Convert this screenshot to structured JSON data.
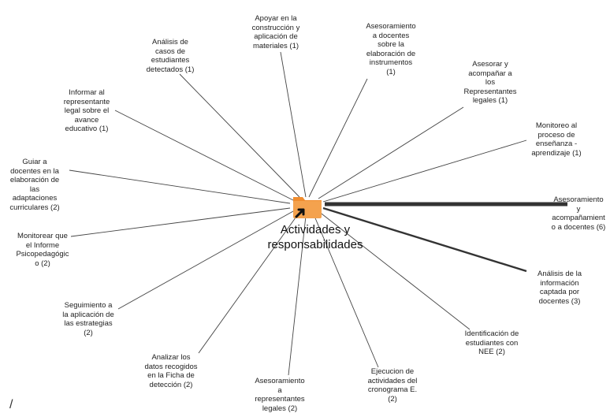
{
  "center": {
    "label": "Actividades y\nresponsabilidades",
    "icon": "folder-icon",
    "folder_color": "#F4A24E",
    "folder_tab_color": "#F08C2E"
  },
  "colors": {
    "edge": "#444444",
    "thick_edge": "#333333"
  },
  "nodes": [
    {
      "id": "apoyar-materiales",
      "label": "Apoyar en la\nconstrucción y\naplicación de\nmateriales (1)",
      "weight": 1
    },
    {
      "id": "asesoramiento-instrumentos",
      "label": "Asesoramiento\na docentes\nsobre la\nelaboración de\ninstrumentos\n(1)",
      "weight": 1
    },
    {
      "id": "asesorar-representantes",
      "label": "Asesorar y\nacompañar a\nlos\nRepresentantes\nlegales (1)",
      "weight": 1
    },
    {
      "id": "monitoreo-ensenanza",
      "label": "Monitoreo al\nproceso de\nenseñanza -\naprendizaje (1)",
      "weight": 1
    },
    {
      "id": "asesoramiento-docentes",
      "label": "Asesoramiento\ny\nacompañamient\no a docentes (6)",
      "weight": 6
    },
    {
      "id": "analisis-informacion",
      "label": "Análisis de la\ninformación\ncaptada por\ndocentes (3)",
      "weight": 3
    },
    {
      "id": "identificacion-nee",
      "label": "Identificación de\nestudiantes con\nNEE (2)",
      "weight": 2
    },
    {
      "id": "ejecucion-cronograma",
      "label": "Ejecucion de\nactividades del\ncronograma E.\n(2)",
      "weight": 2
    },
    {
      "id": "asesoramiento-representantes",
      "label": "Asesoramiento\na\nrepresentantes\nlegales (2)",
      "weight": 2
    },
    {
      "id": "analizar-ficha",
      "label": "Analizar los\ndatos recogidos\nen la Ficha de\ndetección (2)",
      "weight": 2
    },
    {
      "id": "seguimiento-estrategias",
      "label": "Seguimiento a\nla aplicación de\nlas estrategias\n(2)",
      "weight": 2
    },
    {
      "id": "monitorear-informe",
      "label": "Monitorear que\nel Informe\nPsicopedagógic\no (2)",
      "weight": 2
    },
    {
      "id": "guiar-adaptaciones",
      "label": "Guiar a\ndocentes en la\nelaboración de\nlas\nadaptaciones\ncurriculares (2)",
      "weight": 2
    },
    {
      "id": "informar-representante",
      "label": "Informar al\nrepresentante\nlegal sobre el\navance\neducativo (1)",
      "weight": 1
    },
    {
      "id": "analisis-casos",
      "label": "Análisis de\ncasos de\nestudiantes\ndetectados (1)",
      "weight": 1
    }
  ],
  "footer_mark": "/"
}
